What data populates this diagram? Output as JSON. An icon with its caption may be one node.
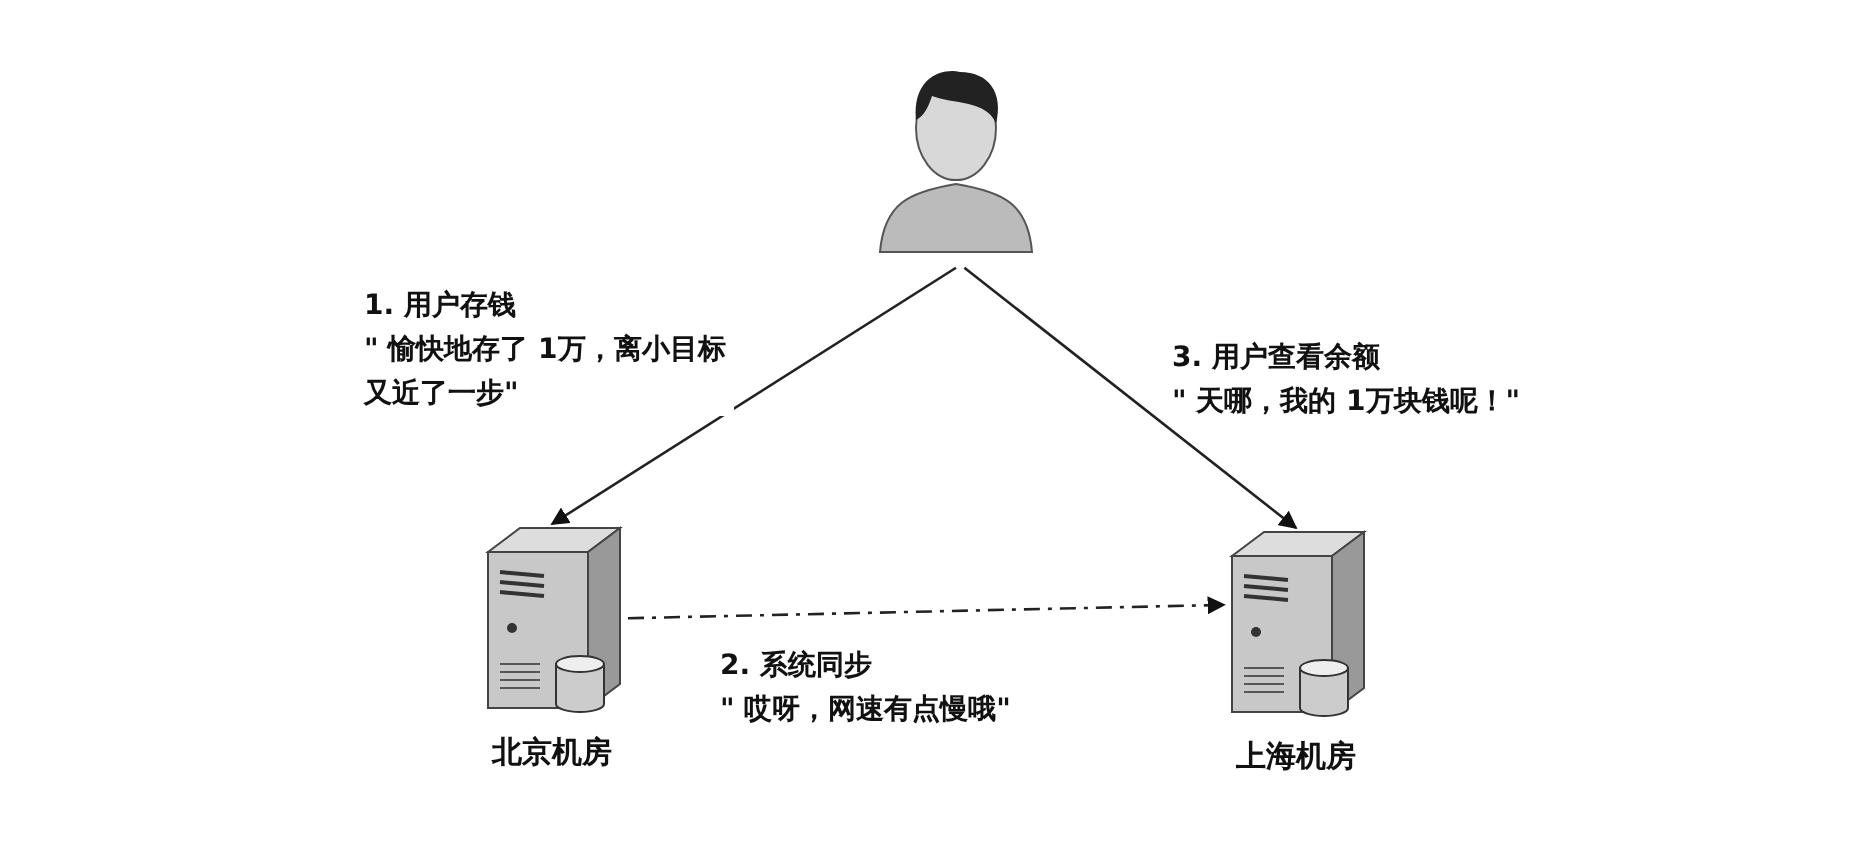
{
  "diagram": {
    "nodes": [
      {
        "text": [],
        "shape": "person"
      },
      {
        "text": [
          "北京机房"
        ]
      },
      {
        "text": [
          "上海机房"
        ]
      }
    ],
    "edges": [
      {
        "from": 0,
        "to": 1,
        "arrow": "to",
        "label": "1. 用户存钱 \" 愉快地存了 1万，离小目标又近了一步\""
      },
      {
        "from": 1,
        "to": 2,
        "arrow": "to",
        "style": "dashed",
        "label": "2. 系统同步 \" 哎呀，网速有点慢哦\""
      },
      {
        "from": 0,
        "to": 2,
        "arrow": "to",
        "label": "3. 用户查看余额 \" 天哪，我的 1万块钱呢！\""
      }
    ]
  }
}
